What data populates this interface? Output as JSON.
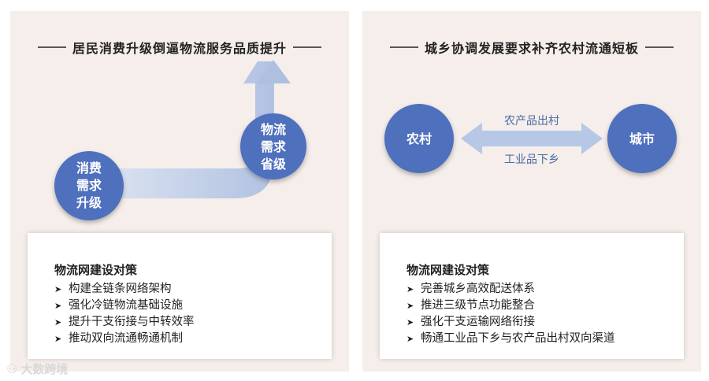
{
  "left_panel": {
    "title": "居民消费升级倒逼物流服务品质提升",
    "circle_start": [
      "消费",
      "需求",
      "升级"
    ],
    "circle_end": [
      "物流",
      "需求",
      "省级"
    ],
    "box": {
      "heading": "物流网建设对策",
      "items": [
        "构建全链条网络架构",
        "强化冷链物流基础设施",
        "提升干支衔接与中转效率",
        "推动双向流通畅通机制"
      ]
    }
  },
  "right_panel": {
    "title": "城乡协调发展要求补齐农村流通短板",
    "circle_left": "农村",
    "circle_right": "城市",
    "arrow_top_label": "农产品出村",
    "arrow_bottom_label": "工业品下乡",
    "box": {
      "heading": "物流网建设对策",
      "items": [
        "完善城乡高效配送体系",
        "推进三级节点功能整合",
        "强化干支运输网络衔接",
        "畅通工业品下乡与农产品出村双向渠道"
      ]
    }
  },
  "bullet_glyph": "➤",
  "watermark": "大数跨境",
  "colors": {
    "circle": "#4f6fbd",
    "arrow": "#b7c8e6",
    "panel": "#f5eeea"
  }
}
